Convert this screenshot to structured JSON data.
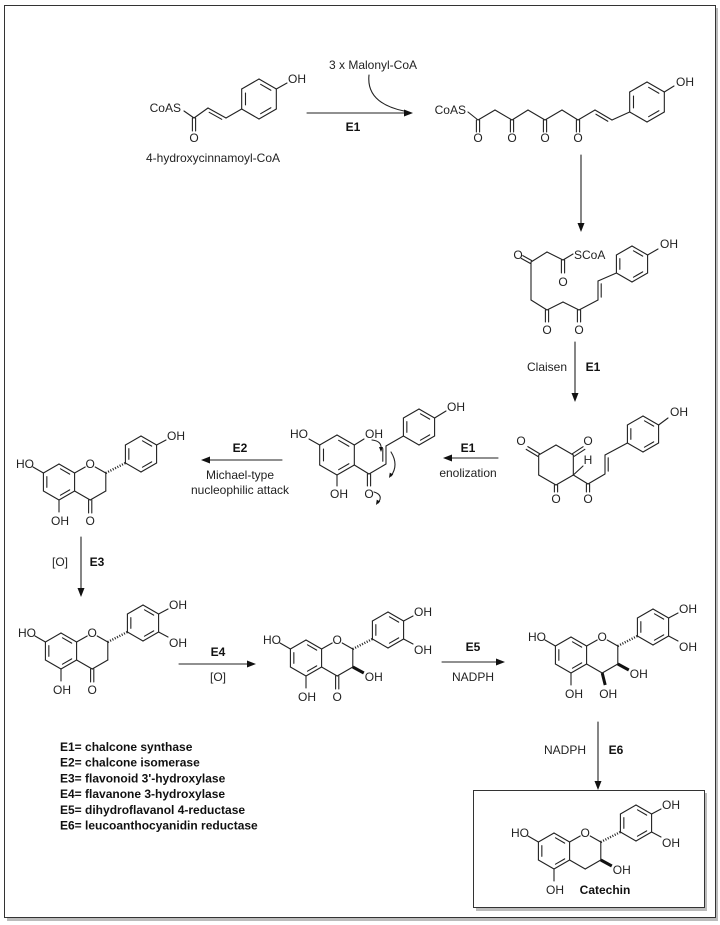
{
  "atoms": {
    "o": "O",
    "oh": "OH",
    "ho": "HO",
    "h": "H",
    "coas": "CoAS",
    "scoa": "SCoA"
  },
  "compounds": {
    "starter": "4-hydroxycinnamoyl-CoA",
    "extender": "3 x Malonyl-CoA",
    "product": "Catechin"
  },
  "steps": {
    "e1_top": "E1",
    "claisen": "Claisen",
    "e1_claisen": "E1",
    "e1_enol": "E1",
    "enolization": "enolization",
    "e2": "E2",
    "michael_1": "Michael-type",
    "michael_2": "nucleophilic attack",
    "o_e3": "[O]",
    "e3": "E3",
    "e4": "E4",
    "o_e4": "[O]",
    "e5": "E5",
    "nadph_e5": "NADPH",
    "nadph_e6": "NADPH",
    "e6": "E6"
  },
  "legend": [
    "E1= chalcone synthase",
    "E2= chalcone isomerase",
    "E3= flavonoid 3'-hydroxylase",
    "E4= flavanone 3-hydroxylase",
    "E5= dihydroflavanol 4-reductase",
    "E6= leucoanthocyanidin reductase"
  ],
  "colors": {
    "ink": "#222222",
    "frame": "#333333",
    "background": "#ffffff"
  }
}
